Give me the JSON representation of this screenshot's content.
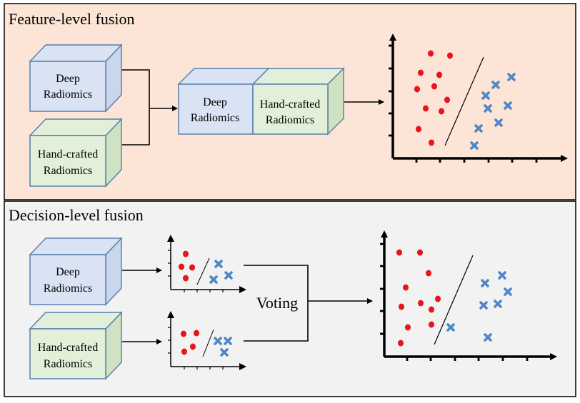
{
  "colors": {
    "top_panel_bg": "#fce4d6",
    "bottom_panel_bg": "#f2f2f2",
    "deep_face": "#dae3f3",
    "deep_side": "#c9d6ec",
    "handcrafted_face": "#e2f0d9",
    "handcrafted_side": "#cfe3c2",
    "box_stroke": "#5a7fae",
    "dot": "#e8141b",
    "cross": "#4f86c6",
    "axis": "#000000"
  },
  "panels": {
    "feature": {
      "title": "Feature-level fusion",
      "deep_box": [
        "Deep",
        "Radiomics"
      ],
      "hand_box": [
        "Hand-crafted",
        "Radiomics"
      ],
      "fused_deep": [
        "Deep",
        "Radiomics"
      ],
      "fused_hand": [
        "Hand-crafted",
        "Radiomics"
      ]
    },
    "decision": {
      "title": "Decision-level fusion",
      "deep_box": [
        "Deep",
        "Radiomics"
      ],
      "hand_box": [
        "Hand-crafted",
        "Radiomics"
      ],
      "voting_label": "Voting"
    }
  },
  "icons": {
    "class_a_marker": "red-dot-icon",
    "class_b_marker": "blue-cross-icon",
    "arrow": "arrow-right-icon"
  }
}
